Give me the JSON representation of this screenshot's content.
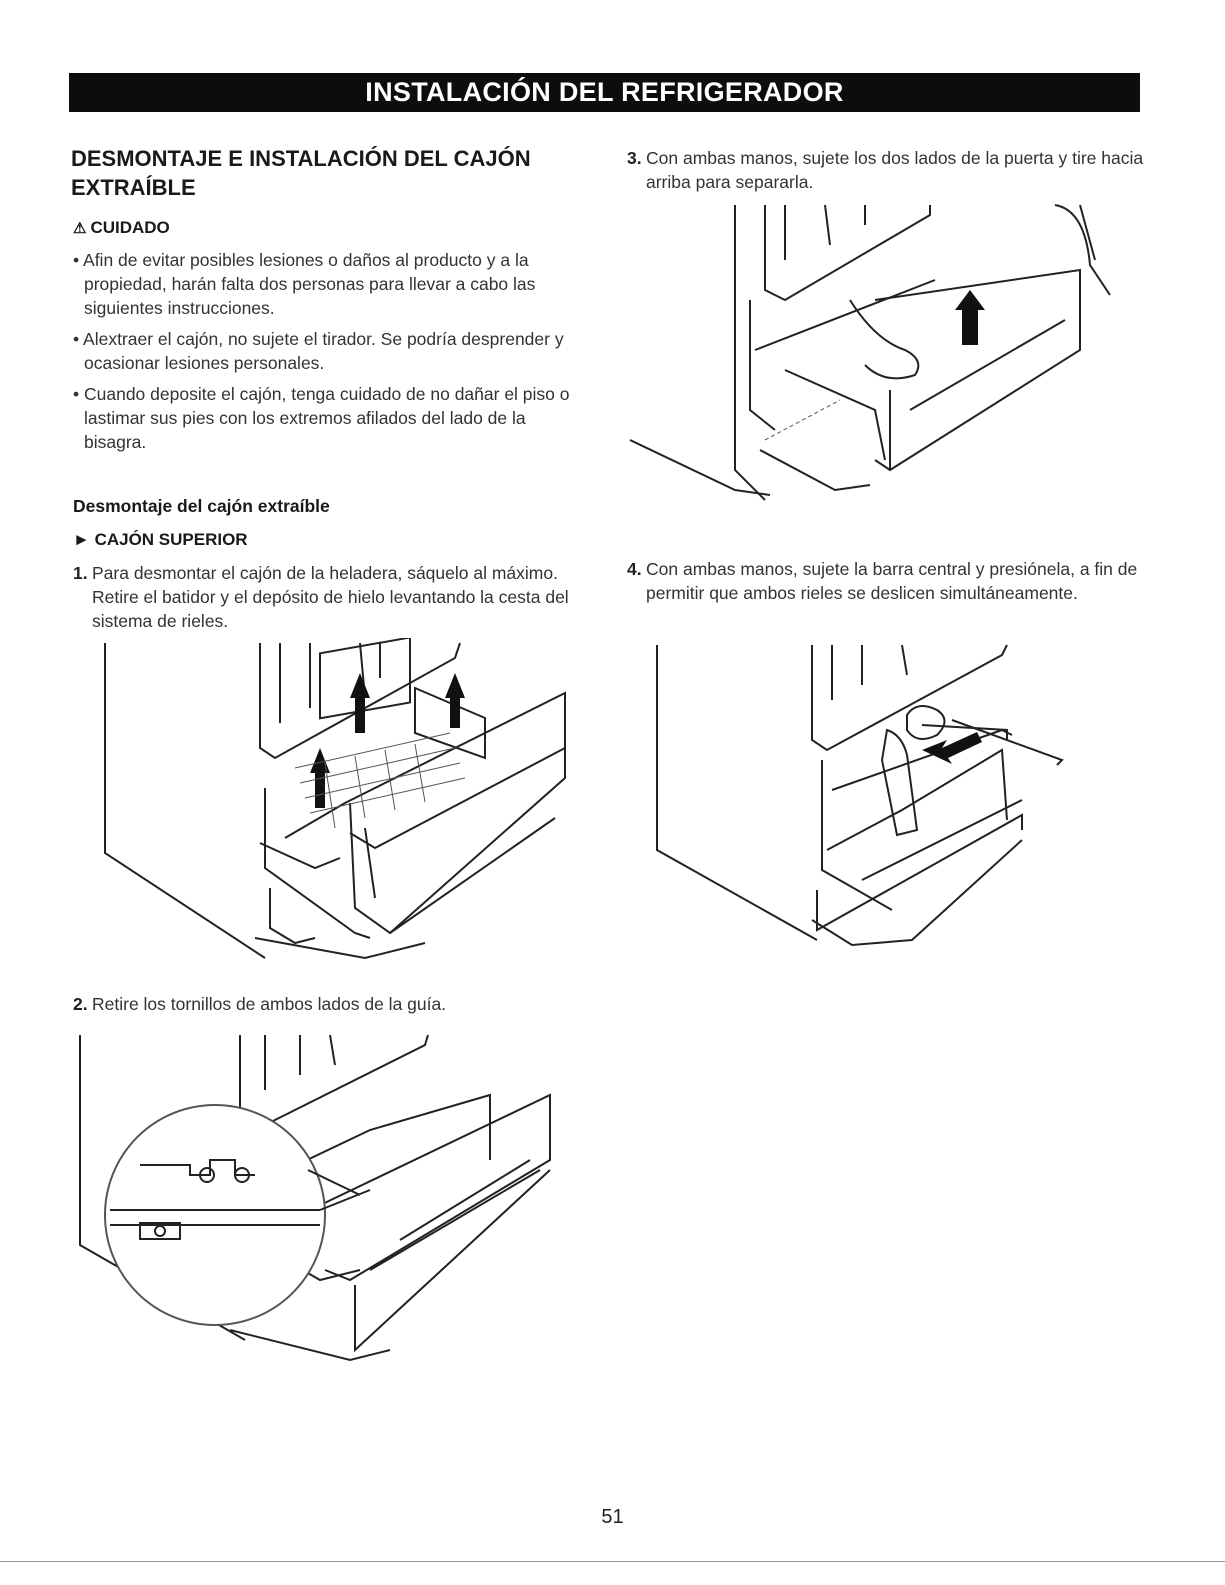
{
  "header": {
    "banner": "INSTALACIÓN DEL REFRIGERADOR"
  },
  "section": {
    "title_line1": "DESMONTAJE E INSTALACIÓN DEL CAJÓN",
    "title_line2": "EXTRAÍBLE"
  },
  "caution": {
    "label": "CUIDADO",
    "bullets": [
      "• Afin de evitar posibles lesiones o daños al producto y a la propiedad, harán falta dos personas para llevar a cabo las siguientes instrucciones.",
      "• Alextraer el cajón, no sujete el tirador. Se podría desprender y ocasionar lesiones personales.",
      "• Cuando deposite el cajón, tenga cuidado de no dañar el piso o lastimar sus pies con los extremos afilados del lado de la bisagra."
    ]
  },
  "removal": {
    "heading": "Desmontaje del cajón extraíble",
    "subheading": "CAJÓN SUPERIOR"
  },
  "steps": [
    {
      "num": "1.",
      "text": "Para desmontar el cajón de la heladera, sáquelo al máximo. Retire el batidor y el depósito de hielo levantando la cesta del sistema de rieles."
    },
    {
      "num": "2.",
      "text": "Retire los tornillos de ambos lados de la guía."
    },
    {
      "num": "3.",
      "text": "Con ambas manos, sujete los dos lados de la puerta y tire hacia arriba para separarla."
    },
    {
      "num": "4.",
      "text": "Con ambas manos, sujete la barra central y presiónela, a fin de permitir que ambos rieles se deslicen simultáneamente."
    }
  ],
  "footer": {
    "page_number": "51"
  }
}
